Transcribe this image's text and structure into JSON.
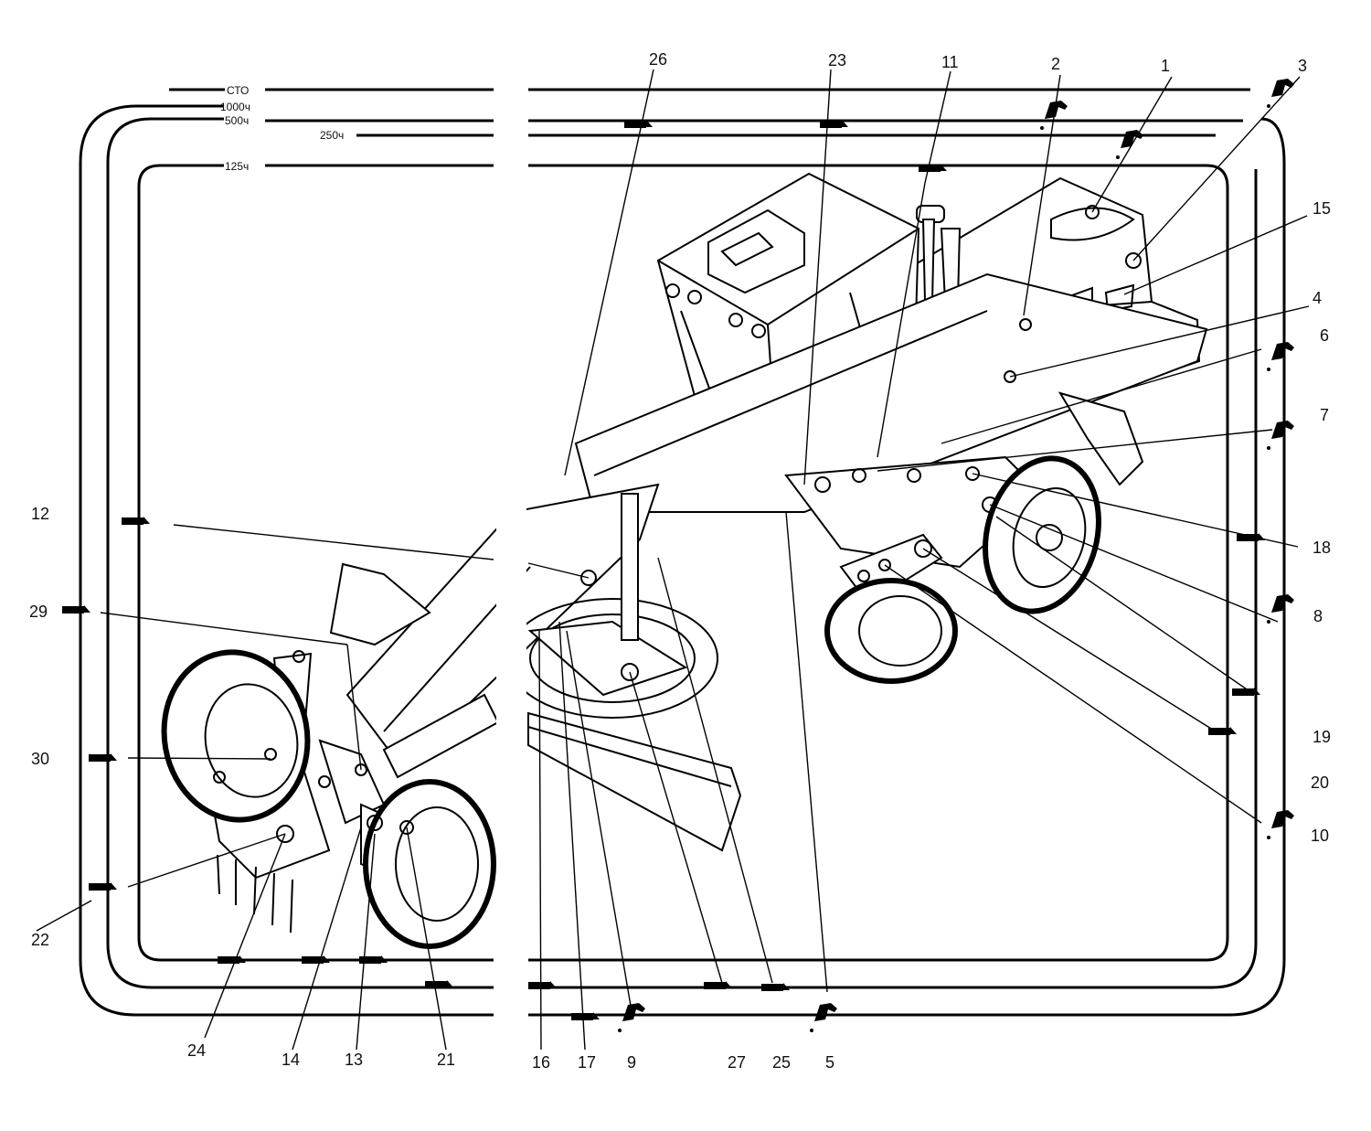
{
  "intervals": {
    "sto": "СТО",
    "h1000": "1000ч",
    "h500": "500ч",
    "h250": "250ч",
    "h125": "125ч"
  },
  "callouts": {
    "c1": "1",
    "c2": "2",
    "c3": "3",
    "c4": "4",
    "c5": "5",
    "c6": "6",
    "c7": "7",
    "c8": "8",
    "c9": "9",
    "c10": "10",
    "c11": "11",
    "c12": "12",
    "c13": "13",
    "c14": "14",
    "c15": "15",
    "c16": "16",
    "c17": "17",
    "c18": "18",
    "c19": "19",
    "c20": "20",
    "c21": "21",
    "c22": "22",
    "c23": "23",
    "c24": "24",
    "c25": "25",
    "c26": "26",
    "c27": "27",
    "c29": "29",
    "c30": "30"
  }
}
